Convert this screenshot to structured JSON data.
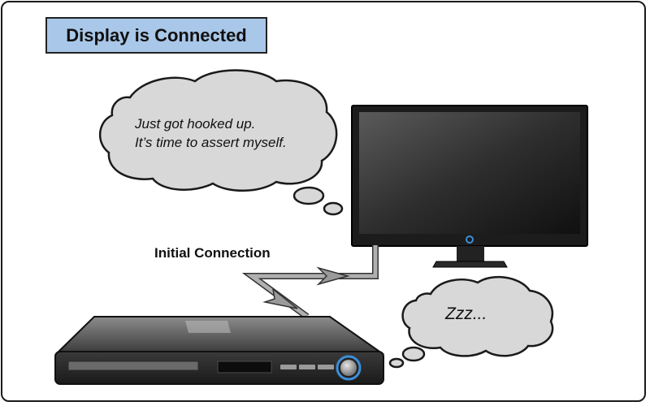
{
  "title": "Display is Connected",
  "tv_thought": {
    "line1": "Just got hooked up.",
    "line2": "It’s time to assert myself."
  },
  "player_thought": "Zzz...",
  "connection_label": "Initial Connection",
  "colors": {
    "title_background": "#a9c7e8",
    "bubble_fill": "#d8d8d8",
    "cable": "#b0b0b0",
    "device_body": "#2a2a2a",
    "power_ring": "#3c8ed8"
  },
  "icons": {
    "display": "monitor-icon",
    "player": "media-player-icon"
  }
}
